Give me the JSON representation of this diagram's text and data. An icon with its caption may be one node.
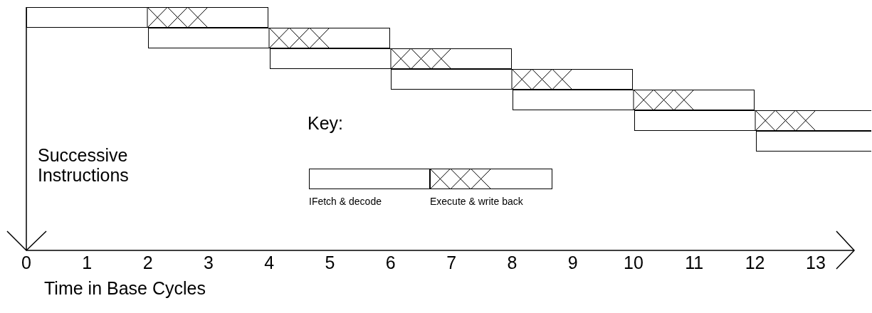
{
  "diagram": {
    "nodes": [
      {
        "text": [],
        "shape": "bar"
      },
      {
        "text": [],
        "shape": "bar"
      },
      {
        "text": [],
        "shape": "bar"
      },
      {
        "text": [],
        "shape": "bar"
      },
      {
        "text": [],
        "shape": "bar"
      },
      {
        "text": [],
        "shape": "bar"
      },
      {
        "text": [],
        "shape": "bar"
      }
    ],
    "labels": [
      "Key:",
      "Successive Instructions",
      "0",
      "1",
      "2",
      "3",
      "4",
      "5",
      "6",
      "7",
      "8",
      "9",
      "10",
      "11",
      "12",
      "13",
      "Time in Base Cycles"
    ],
    "legend": [
      {
        "text": "IFetch & decode"
      },
      {
        "text": "Execute & write back"
      }
    ]
  }
}
